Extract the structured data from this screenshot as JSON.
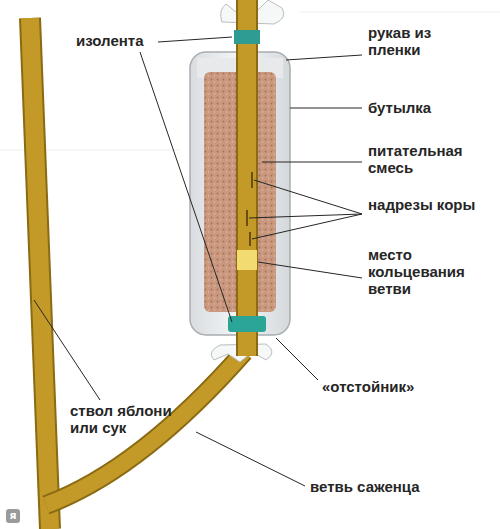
{
  "diagram": {
    "labels": [
      "изолента",
      "рукав из пленки",
      "бутылка",
      "питательная смесь",
      "надрезы коры",
      "место кольцевания ветви",
      "ствол яблони или сук",
      "«отстойник»",
      "ветвь саженца",
      "я"
    ]
  }
}
